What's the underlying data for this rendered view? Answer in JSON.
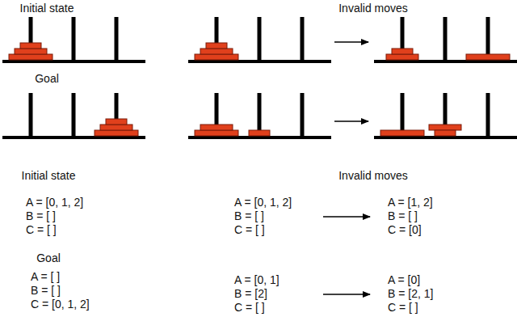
{
  "diagram": {
    "labels": [
      "Initial state",
      "Invalid moves",
      "Goal",
      "Initial state",
      "Invalid moves",
      "A = [0, 1, 2]",
      "B = [ ]",
      "C = [ ]",
      "A = [0, 1, 2]",
      "B = [ ]",
      "C = [ ]",
      "A = [1, 2]",
      "B = [ ]",
      "C = [0]",
      "Goal",
      "A = [ ]",
      "B = [ ]",
      "C = [0, 1, 2]",
      "A = [0, 1]",
      "B = [2]",
      "C = [ ]",
      "A = [0]",
      "B = [2, 1]",
      "C = [ ]"
    ]
  }
}
